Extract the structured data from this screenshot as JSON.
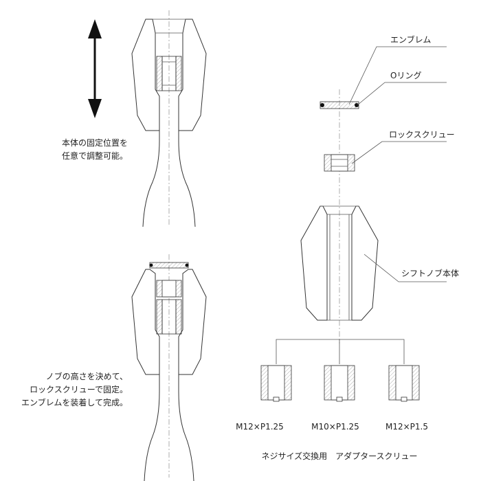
{
  "notes": {
    "adjust_line1": "本体の固定位置を",
    "adjust_line2": "任意で調整可能。",
    "final_line1": "ノブの高さを決めて、",
    "final_line2": "ロックスクリューで固定。",
    "final_line3": "エンブレムを装着して完成。"
  },
  "parts": {
    "emblem": "エンブレム",
    "oring": "Oリング",
    "lock_screw": "ロックスクリュー",
    "knob_body": "シフトノブ本体"
  },
  "adapters": {
    "items": [
      {
        "label": "M12×P1.25"
      },
      {
        "label": "M10×P1.25"
      },
      {
        "label": "M12×P1.5"
      }
    ],
    "caption": "ネジサイズ交換用　アダプタースクリュー"
  },
  "colors": {
    "line": "#333333",
    "hatch": "#999999",
    "arrow": "#111111"
  }
}
